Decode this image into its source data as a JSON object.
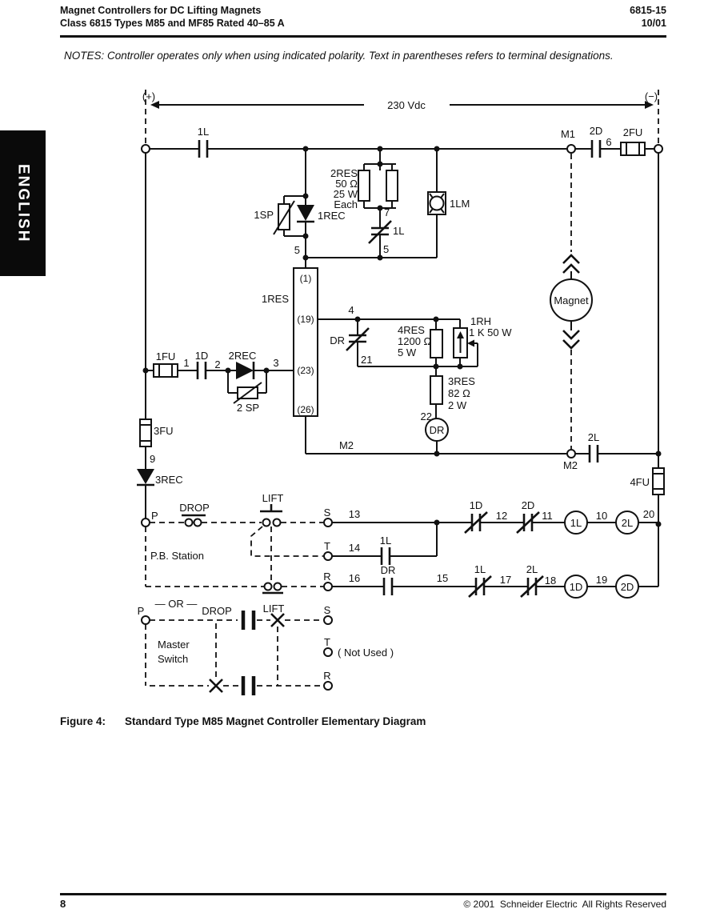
{
  "header": {
    "title_line1": "Magnet Controllers for DC Lifting Magnets",
    "title_line2": "Class 6815 Types M85 and MF85 Rated 40–85 A",
    "doc_number": "6815-15",
    "doc_date": "10/01"
  },
  "notes": "NOTES: Controller operates only when using indicated polarity. Text in parentheses refers to terminal designations.",
  "sidebar_tab": "ENGLISH",
  "caption": {
    "label": "Figure 4:",
    "title": "Standard Type M85 Magnet Controller Elementary Diagram"
  },
  "footer": {
    "page_number": "8",
    "copyright": "© 2001  Schneider Electric  All Rights Reserved"
  },
  "diagram": {
    "power": {
      "pos": "(+)",
      "neg": "(−)",
      "voltage": "230 Vdc"
    },
    "top": {
      "l1": "1L",
      "m1": "M1",
      "d2": "2D",
      "t6": "6",
      "fu2": "2FU"
    },
    "snub": {
      "sp1": "1SP",
      "rec1": "1REC",
      "t5a": "5"
    },
    "res2": {
      "l1": "2RES",
      "l2": "50 Ω",
      "l3": "25 W",
      "l4": "Each",
      "t7": "7",
      "l1c": "1L",
      "t5b": "5"
    },
    "lm1": "1LM",
    "res1": {
      "name": "1RES",
      "t1": "(1)",
      "t19": "(19)",
      "t23": "(23)",
      "t26": "(26)"
    },
    "drnet": {
      "t4": "4",
      "dr": "DR",
      "t21": "21",
      "res4a": "4RES",
      "res4b": "1200 Ω",
      "res4c": "5 W",
      "rh1a": "1RH",
      "rh1b": "1 K 50 W",
      "res3a": "3RES",
      "res3b": "82 Ω",
      "res3c": "2 W",
      "t22": "22",
      "drcoil": "DR"
    },
    "input": {
      "fu1": "1FU",
      "t1": "1",
      "d1": "1D",
      "t2": "2",
      "rec2": "2REC",
      "t3": "3",
      "sp2": "2 SP",
      "fu3": "3FU",
      "t9": "9",
      "rec3": "3REC"
    },
    "mag": {
      "magnet": "Magnet",
      "m2line": "M2",
      "m2": "M2",
      "l2": "2L",
      "fu4": "4FU"
    },
    "pb": {
      "p": "P",
      "drop": "DROP",
      "lift": "LIFT",
      "s": "S",
      "t": "T",
      "r": "R",
      "station": "P.B. Station",
      "t13": "13",
      "t14": "14",
      "l1": "1L",
      "t16": "16",
      "dr": "DR",
      "t15": "15"
    },
    "row1": {
      "d1": "1D",
      "t12": "12",
      "d2": "2D",
      "t11": "11",
      "l1": "1L",
      "t10": "10",
      "l2": "2L",
      "t20": "20"
    },
    "row2": {
      "l1": "1L",
      "t17": "17",
      "l2": "2L",
      "t18": "18",
      "d1": "1D",
      "t19": "19",
      "d2": "2D"
    },
    "master": {
      "or": "— OR —",
      "p": "P",
      "drop": "DROP",
      "lift": "LIFT",
      "s": "S",
      "t": "T",
      "r": "R",
      "notused": "( Not Used )",
      "m1": "Master",
      "m2": "Switch"
    }
  }
}
